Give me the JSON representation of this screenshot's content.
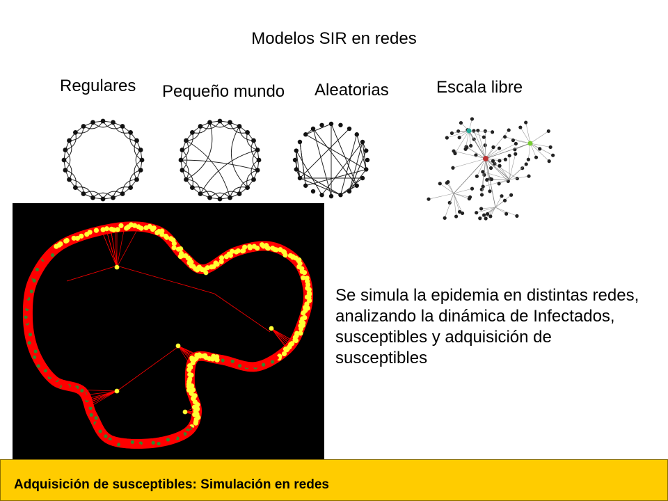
{
  "title": "Modelos SIR en redes",
  "networks": [
    {
      "label": "Regulares",
      "icon": "regular-ring-network-icon"
    },
    {
      "label": "Pequeño mundo",
      "icon": "small-world-network-icon"
    },
    {
      "label": "Aleatorias",
      "icon": "random-network-icon"
    },
    {
      "label": "Escala libre",
      "icon": "scale-free-network-icon"
    }
  ],
  "description": "Se simula la epidemia en distintas redes, analizando la dinámica de Infectados, susceptibles y adquisición de susceptibles",
  "footer": "Adquisición de susceptibles: Simulación en redes",
  "colors": {
    "simulation_background": "#000000",
    "infected": "#ff0000",
    "susceptible": "#ffff33",
    "recovered": "#2e8b2e",
    "footer_background": "#ffcc00"
  }
}
